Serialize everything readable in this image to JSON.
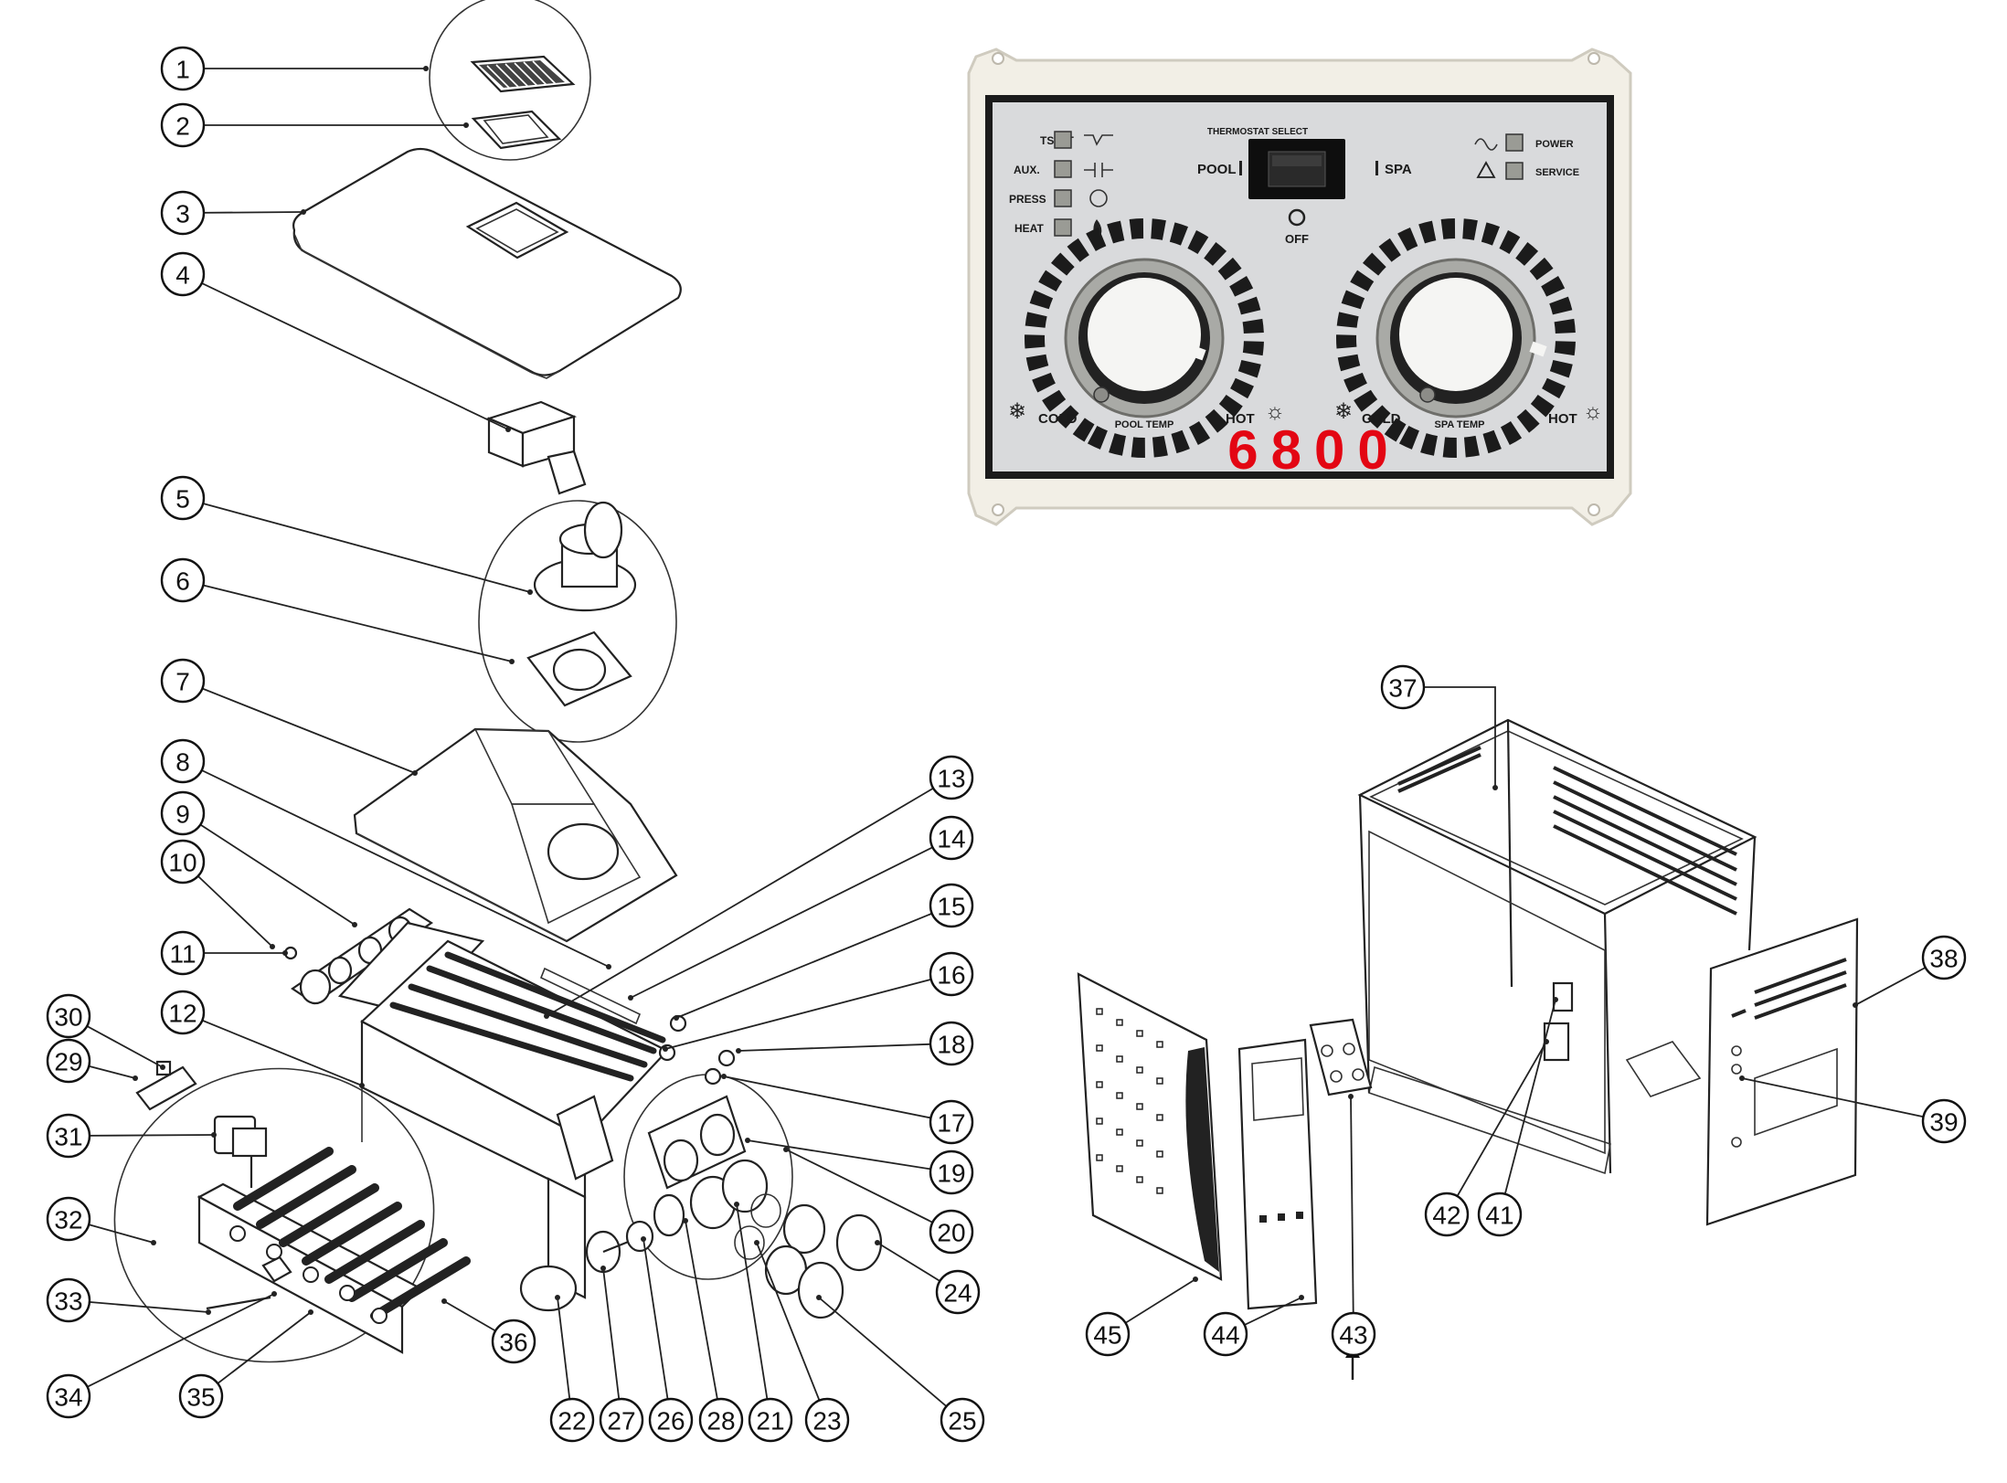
{
  "callouts": [
    "1",
    "2",
    "3",
    "4",
    "5",
    "6",
    "7",
    "8",
    "9",
    "10",
    "11",
    "12",
    "13",
    "14",
    "15",
    "16",
    "17",
    "18",
    "19",
    "20",
    "21",
    "22",
    "23",
    "24",
    "25",
    "26",
    "27",
    "28",
    "29",
    "30",
    "31",
    "32",
    "33",
    "34",
    "35",
    "36",
    "37",
    "38",
    "39",
    "41",
    "42",
    "43",
    "44",
    "45"
  ],
  "control_panel": {
    "model_number": "6800",
    "thermostat_select_label": "THERMOSTAT SELECT",
    "pool_label": "POOL",
    "spa_label": "SPA",
    "off_label": "OFF",
    "indicators_left": [
      "TSTAT",
      "AUX.",
      "PRESS",
      "HEAT"
    ],
    "indicators_right": [
      "POWER",
      "SERVICE"
    ],
    "pool_dial": {
      "cold": "COLD",
      "name": "POOL TEMP",
      "hot": "HOT"
    },
    "spa_dial": {
      "cold": "COLD",
      "name": "SPA TEMP",
      "hot": "HOT"
    },
    "model_color": "#e30613",
    "faceplate_color": "#d9dadc",
    "bezel_color": "#f2efe6"
  }
}
